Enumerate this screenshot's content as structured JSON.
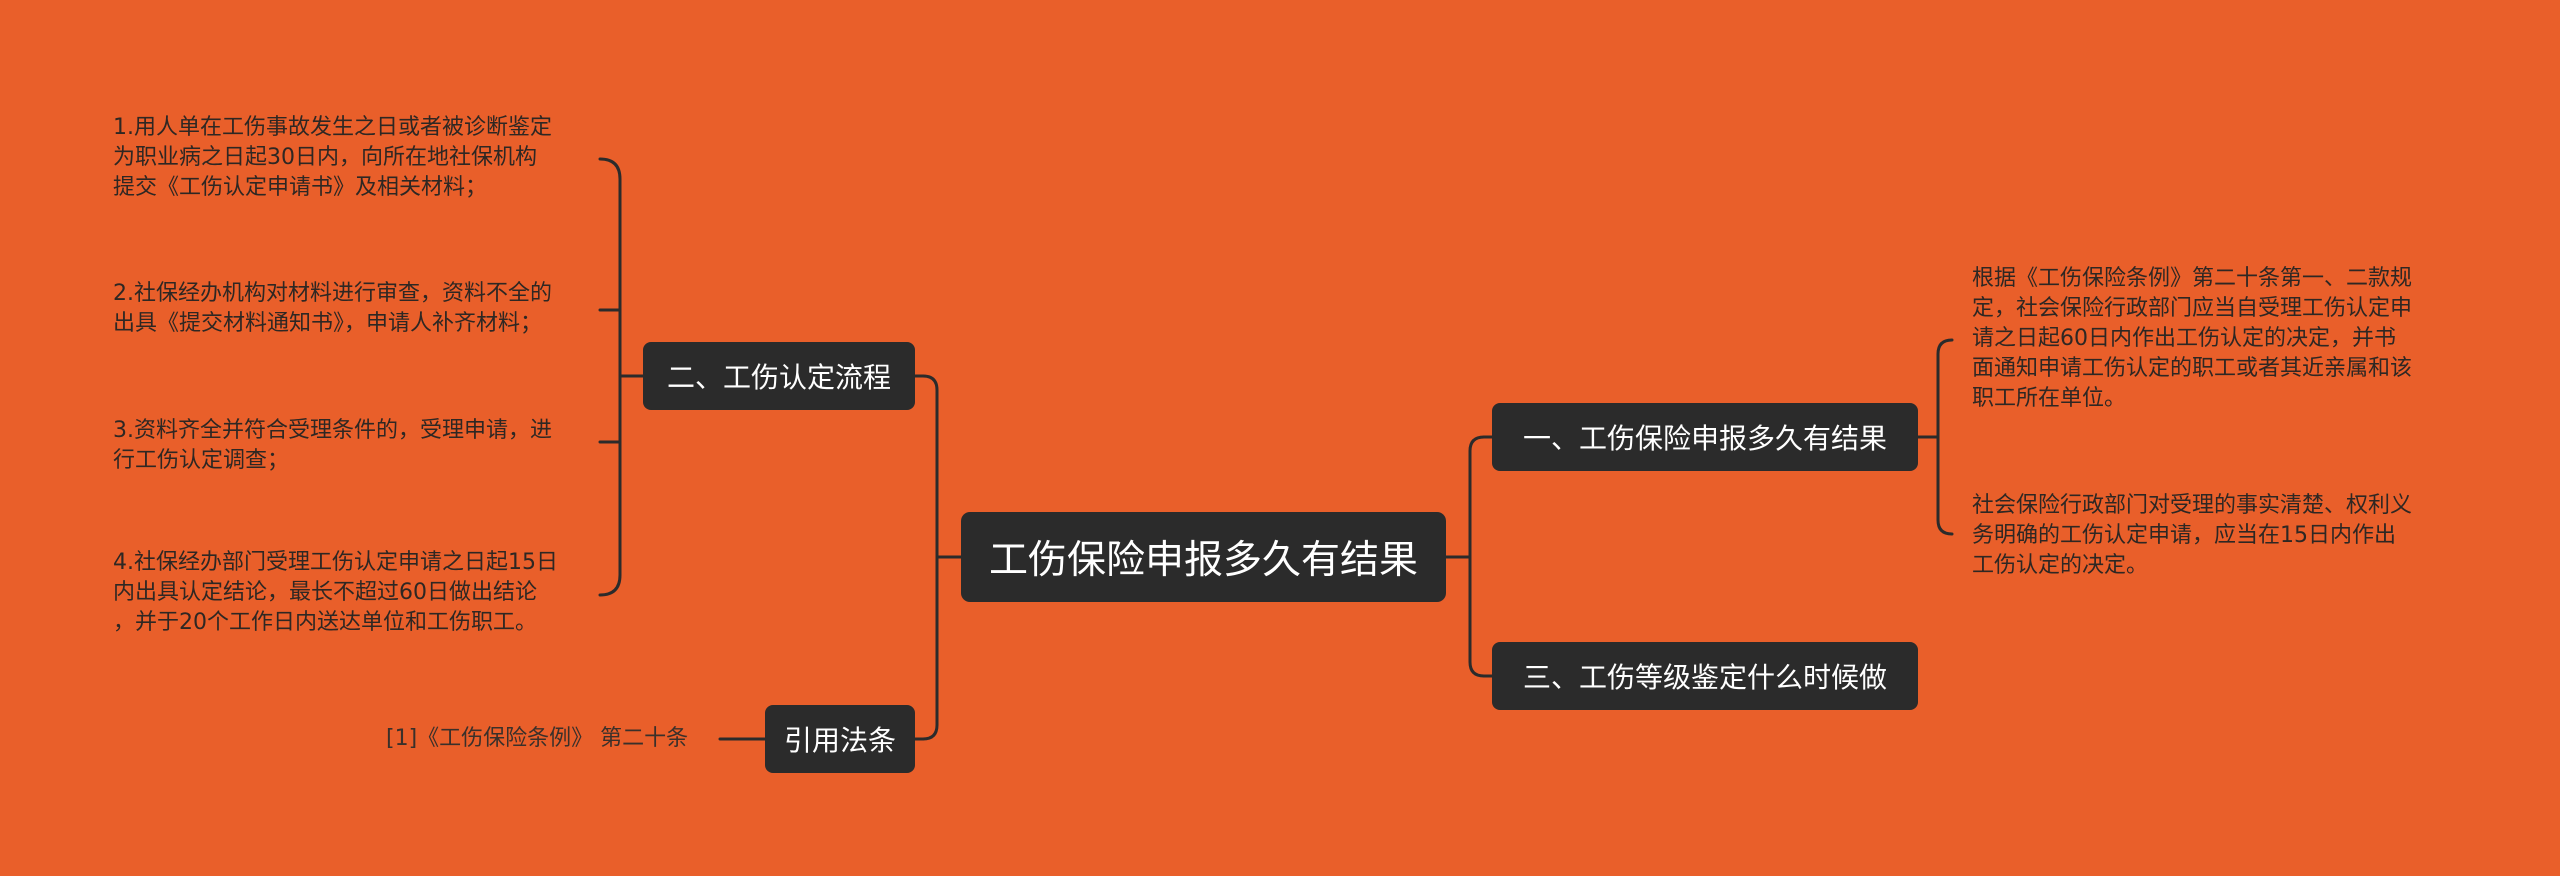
{
  "colors": {
    "background": "#E95F2A",
    "node_fill": "#2B2B2B",
    "node_text": "#FFFFFF",
    "connector": "#2B2B2B",
    "leaf_text": "#2E2723"
  },
  "mindmap": {
    "root": "工伤保险申报多久有结果",
    "branches": {
      "b1": {
        "title": "一、工伤保险申报多久有结果",
        "leaves": [
          "根据《工伤保险条例》第二十条第一、二款规\n定，社会保险行政部门应当自受理工伤认定申\n请之日起60日内作出工伤认定的决定，并书\n面通知申请工伤认定的职工或者其近亲属和该\n职工所在单位。",
          "社会保险行政部门对受理的事实清楚、权利义\n务明确的工伤认定申请，应当在15日内作出\n工伤认定的决定。"
        ]
      },
      "b2": {
        "title": "二、工伤认定流程",
        "leaves": [
          "1.用人单在工伤事故发生之日或者被诊断鉴定\n为职业病之日起30日内，向所在地社保机构\n提交《工伤认定申请书》及相关材料；",
          "2.社保经办机构对材料进行审查，资料不全的\n出具《提交材料通知书》，申请人补齐材料；",
          "3.资料齐全并符合受理条件的，受理申请，进\n行工伤认定调查；",
          "4.社保经办部门受理工伤认定申请之日起15日\n内出具认定结论，最长不超过60日做出结论\n，并于20个工作日内送达单位和工伤职工。"
        ]
      },
      "b3": {
        "title": "三、工伤等级鉴定什么时候做"
      },
      "b4": {
        "title": "引用法条",
        "leaves": [
          "[1]《工伤保险条例》 第二十条"
        ]
      }
    }
  }
}
